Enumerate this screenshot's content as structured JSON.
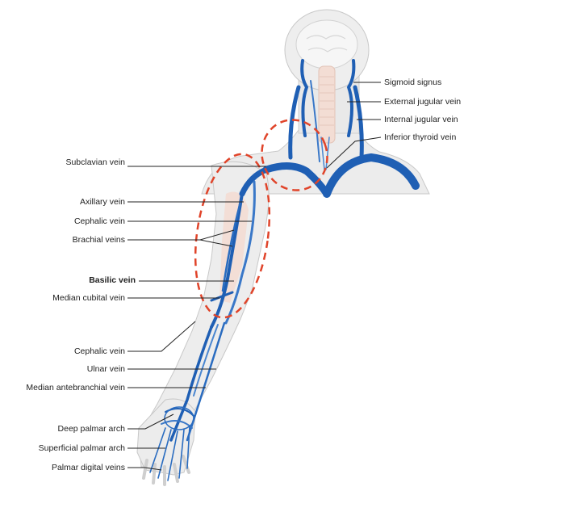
{
  "colors": {
    "vein": "#1f5fb4",
    "vein_light": "#7fb0e0",
    "body": "#eaeaea",
    "body_outline": "#c8c8c8",
    "muscle": "#f2d3c8",
    "highlight_circle": "#e0442a",
    "leader": "#222222"
  },
  "labels": {
    "right": [
      "Sigmoid signus",
      "External jugular vein",
      "Internal jugular vein",
      "Inferior thyroid vein"
    ],
    "left": [
      "Subclavian vein",
      "Axillary vein",
      "Cephalic vein",
      "Brachial veins",
      "Basilic vein",
      "Median cubital vein",
      "Cephalic vein",
      "Ulnar vein",
      "Median antebranchial vein",
      "Deep palmar arch",
      "Superficial palmar arch",
      "Palmar digital veins"
    ]
  }
}
